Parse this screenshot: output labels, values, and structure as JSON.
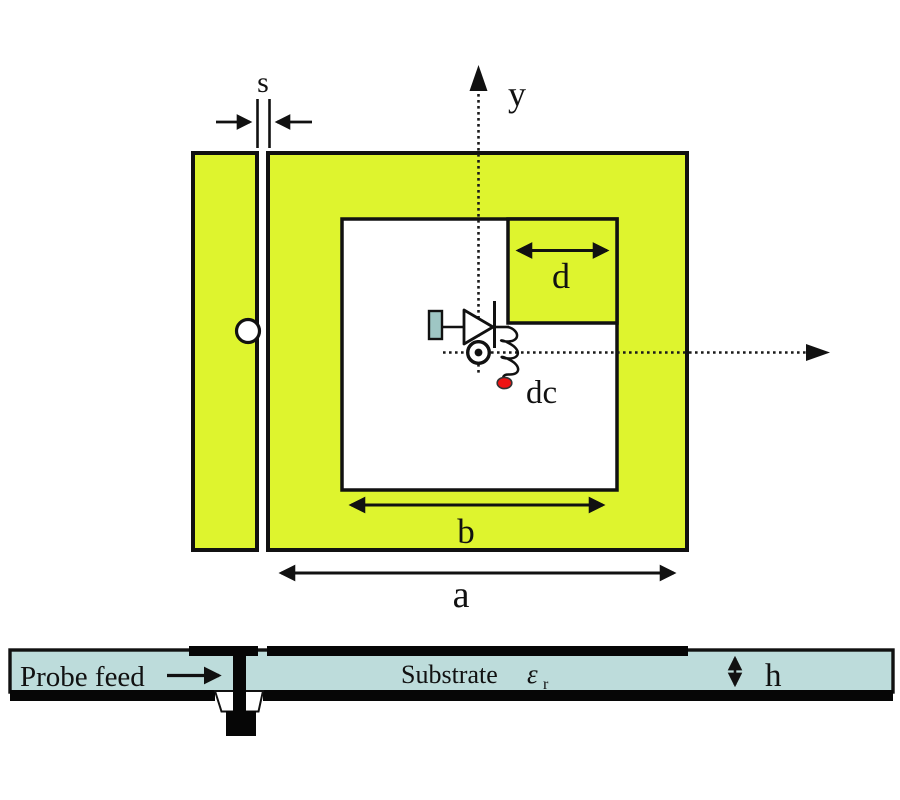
{
  "figure": {
    "labels": {
      "gap": "s",
      "axis_y": "y",
      "stub_width": "d",
      "bias": "dc",
      "slot_width": "b",
      "patch_width": "a",
      "probe_feed": "Probe feed",
      "substrate": "Substrate",
      "permittivity": "ε",
      "permittivity_sub": "r",
      "substrate_height": "h"
    },
    "colors": {
      "patch": "#def42e",
      "substrate": "#bddcdb",
      "component": "#9ec6c4",
      "dc_terminal": "#ee1414"
    }
  }
}
